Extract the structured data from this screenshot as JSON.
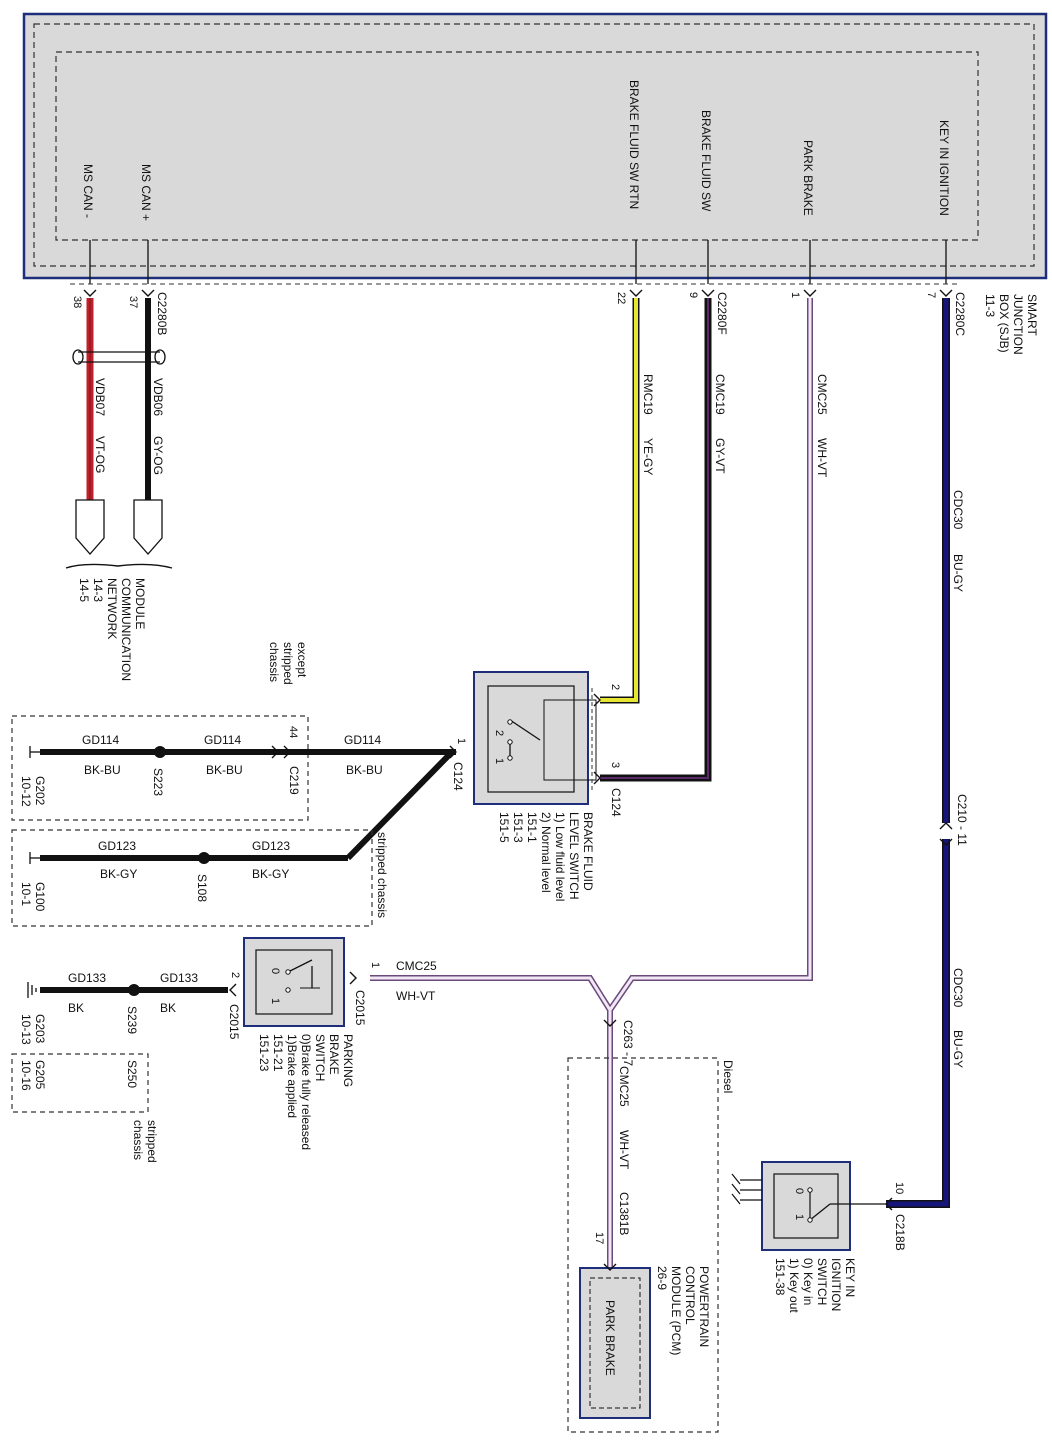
{
  "sjb": {
    "signals": {
      "ms_can_minus": "MS CAN -",
      "ms_can_plus": "MS CAN +",
      "brake_fluid_sw_rtn": "BRAKE FLUID SW RTN",
      "brake_fluid_sw": "BRAKE FLUID SW",
      "park_brake": "PARK BRAKE",
      "key_in_ignition": "KEY IN IGNITION"
    },
    "name_lines": [
      "SMART",
      "JUNCTION",
      "BOX (SJB)",
      "11-3"
    ]
  },
  "connectors": {
    "c2280b": "C2280B",
    "c2280f": "C2280F",
    "c2280c": "C2280C",
    "c219": "C219",
    "c124": "C124",
    "c124b": "C124",
    "c2015": "C2015",
    "c2015b": "C2015",
    "c263": "C263 - 7",
    "c210": "C210 - 11",
    "c1381b": "C1381B",
    "c218b": "C218B"
  },
  "pins": {
    "p38": "38",
    "p37": "37",
    "p22": "22",
    "p9": "9",
    "p1": "1",
    "p7": "7",
    "p44": "44",
    "p1_c124": "1",
    "p2_bfl": "2",
    "p3_bfl": "3",
    "p1_c2015": "1",
    "p2_c2015": "2",
    "p17": "17",
    "p10": "10",
    "sw_bfl_2": "2",
    "sw_bfl_1": "1",
    "sw_pb_0": "0",
    "sw_pb_1": "1",
    "sw_ki_0": "0",
    "sw_ki_1": "1"
  },
  "wires": {
    "vdb07": {
      "circuit": "VDB07",
      "color": "VT-OG"
    },
    "vdb06": {
      "circuit": "VDB06",
      "color": "GY-OG"
    },
    "rmc19": {
      "circuit": "RMC19",
      "color": "YE-GY"
    },
    "cmc19": {
      "circuit": "CMC19",
      "color": "GY-VT"
    },
    "cmc25": {
      "circuit": "CMC25",
      "color": "WH-VT"
    },
    "cmc25b": {
      "circuit": "CMC25",
      "color": "WH-VT"
    },
    "cmc25c": {
      "circuit": "CMC25",
      "color": "WH-VT"
    },
    "cdc30": {
      "circuit": "CDC30",
      "color": "BU-GY"
    },
    "cdc30b": {
      "circuit": "CDC30",
      "color": "BU-GY"
    },
    "gd114a": {
      "circuit": "GD114",
      "color": "BK-BU"
    },
    "gd114b": {
      "circuit": "GD114",
      "color": "BK-BU"
    },
    "gd114c": {
      "circuit": "GD114",
      "color": "BK-BU"
    },
    "gd123a": {
      "circuit": "GD123",
      "color": "BK-GY"
    },
    "gd123b": {
      "circuit": "GD123",
      "color": "BK-GY"
    },
    "gd133a": {
      "circuit": "GD133",
      "color": "BK"
    },
    "gd133b": {
      "circuit": "GD133",
      "color": "BK"
    }
  },
  "splices": {
    "s223": "S223",
    "s108": "S108",
    "s239": "S239",
    "s250": "S250"
  },
  "grounds": {
    "g202": [
      "G202",
      "10-12"
    ],
    "g100": [
      "G100",
      "10-1"
    ],
    "g203": [
      "G203",
      "10-13"
    ],
    "g205": [
      "G205",
      "10-16"
    ]
  },
  "notes": {
    "except_stripped": [
      "except",
      "stripped",
      "chassis"
    ],
    "stripped_chassis": "stripped chassis",
    "stripped_chassis_2": [
      "stripped",
      "chassis"
    ],
    "diesel": "Diesel"
  },
  "mcn": [
    "MODULE",
    "COMMUNICATION",
    "NETWORK",
    "14-3",
    "14-5"
  ],
  "components": {
    "brake_fluid_switch": [
      "BRAKE FLUID",
      "LEVEL SWITCH",
      "1) Low fluid level",
      "2) Normal level",
      "151-1",
      "151-3",
      "151-5"
    ],
    "parking_brake_switch": [
      "PARKING",
      "BRAKE",
      "SWITCH",
      "0)Brake fully released",
      "1)Brake applied",
      "151-21",
      "151-23"
    ],
    "pcm": [
      "POWERTRAIN",
      "CONTROL",
      "MODULE (PCM)",
      "26-9"
    ],
    "pcm_pin": "PARK BRAKE",
    "key_in_switch": [
      "KEY IN",
      "IGNITION",
      "SWITCH",
      "0) Key in",
      "1) Key out",
      "151-38"
    ]
  },
  "colors": {
    "box_fill": "#d9d9d9",
    "box_border": "#1f2e7a",
    "wire_violet_orange": "#c0202a",
    "wire_yellow": "#e6e632",
    "wire_white_violet": "#d8bfe0",
    "wire_blue": "#15157a",
    "wire_black": "#111111"
  }
}
